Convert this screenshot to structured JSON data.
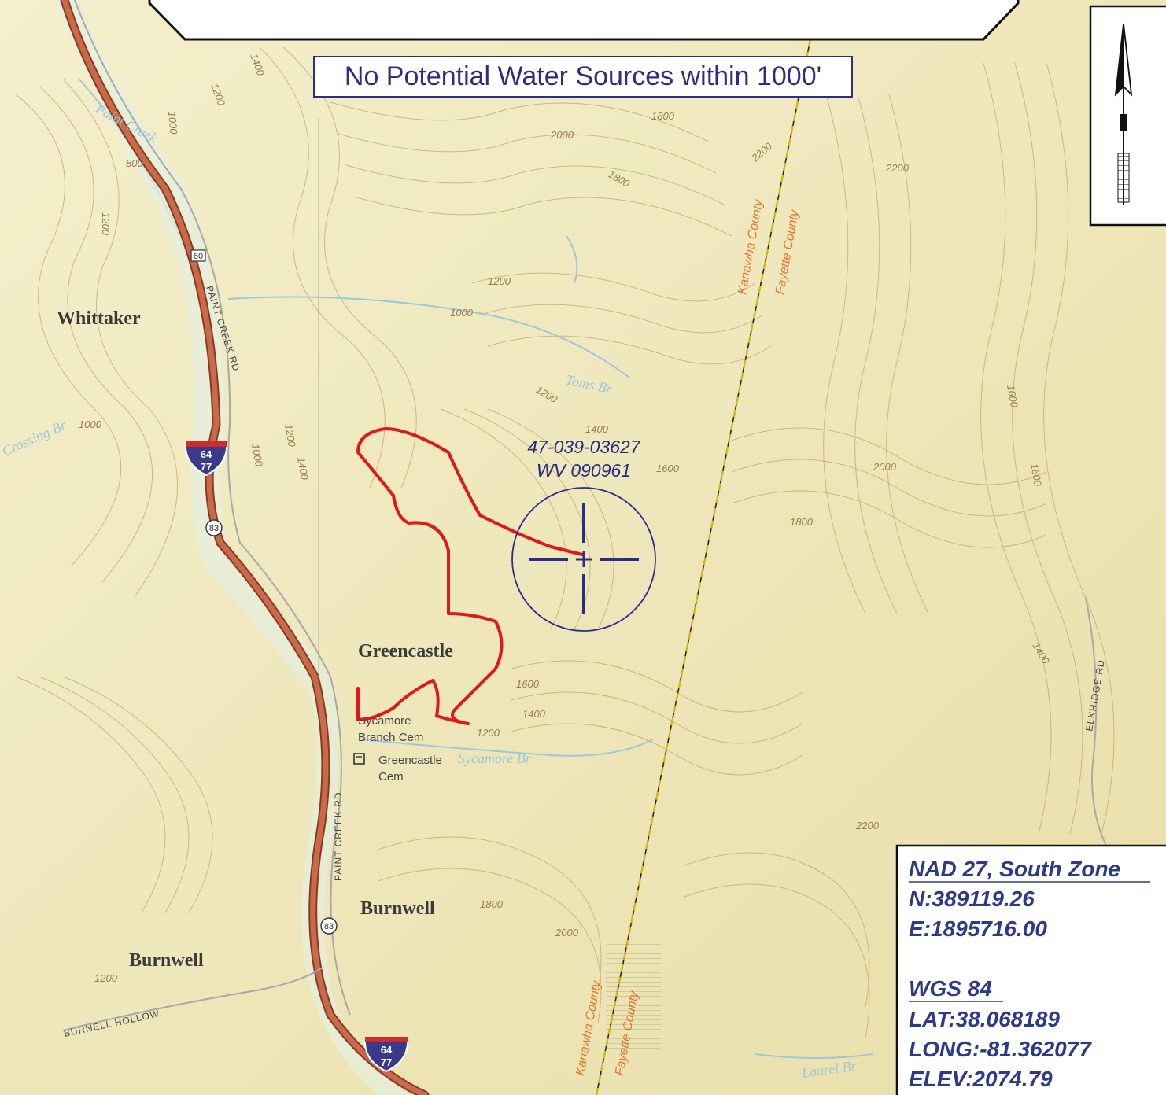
{
  "banner": {
    "notice": "No Potential Water Sources within 1000'"
  },
  "colors": {
    "terrain": "#f1ebc0",
    "contour": "#c9ad72",
    "interstate": "#c96a4a",
    "well_route": "#e01818",
    "well_marker": "#2d2d86",
    "county_line": "#d4b80f",
    "county_label": "#e8742a",
    "stream": "#9cc8d8"
  },
  "places": {
    "whittaker": "Whittaker",
    "greencastle": "Greencastle",
    "burnwell_east": "Burnwell",
    "burnwell_west": "Burnwell"
  },
  "roads": {
    "paint_creek_north": "PAINT CREEK RD",
    "paint_creek_south": "PAINT CREEK RD",
    "burnell_hollow": "BURNELL HOLLOW",
    "elkridge": "ELKRIDGE RD",
    "interstate_top": "64",
    "interstate_bottom": "77",
    "route_83": "83",
    "route_60": "60"
  },
  "streams": {
    "paint_creek": "Paint Creek",
    "toms_br": "Toms Br",
    "sycamore_br": "Sycamore Br",
    "laurel_br": "Laurel Br",
    "crossing_br": "Crossing Br"
  },
  "cemeteries": {
    "sycamore_line1": "Sycamore",
    "sycamore_line2": "Branch Cem",
    "greencastle_line1": "Greencastle",
    "greencastle_line2": "Cem"
  },
  "counties": {
    "kanawha": "Kanawha County",
    "fayette": "Fayette County"
  },
  "well": {
    "api": "47-039-03627",
    "permit": "WV 090961"
  },
  "contours": [
    "1400",
    "1200",
    "1000",
    "800",
    "1800",
    "2000",
    "2200",
    "1600"
  ],
  "coordinates": {
    "datum": "NAD 27, South Zone",
    "northing": "N:389119.26",
    "easting": "E:1895716.00",
    "system": "WGS 84",
    "lat": "LAT:38.068189",
    "long": "LONG:-81.362077",
    "elev": "ELEV:2074.79"
  },
  "north_arrow": {
    "icon": "north-arrow-icon"
  }
}
